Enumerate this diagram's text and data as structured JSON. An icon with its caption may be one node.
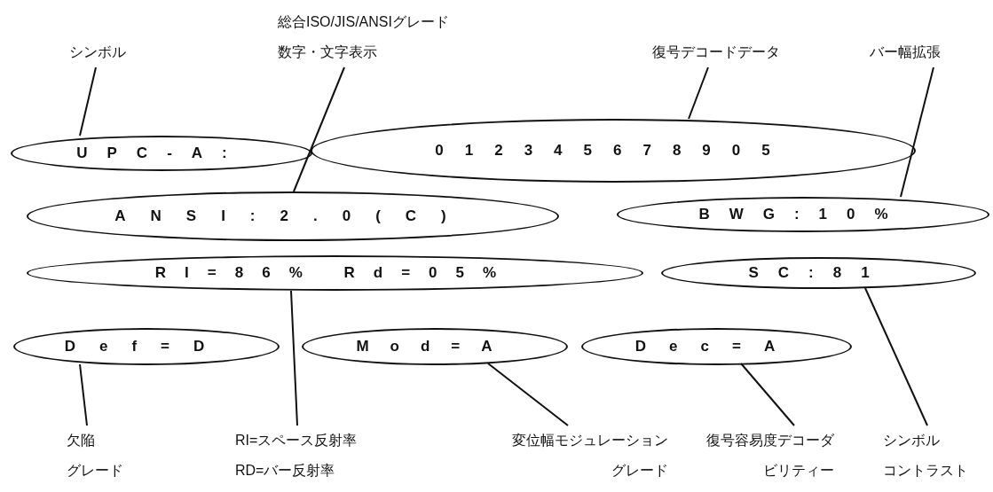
{
  "diagram": {
    "nodes": [
      {
        "text": [
          "UPC-A:"
        ]
      },
      {
        "text": [
          "012345678905"
        ]
      },
      {
        "text": [
          "ANSI:2.0(C)"
        ]
      },
      {
        "text": [
          "BWG:10%"
        ]
      },
      {
        "text": [
          "RI=86% Rd=05%"
        ]
      },
      {
        "text": [
          "SC:81"
        ]
      },
      {
        "text": [
          "Def=D"
        ]
      },
      {
        "text": [
          "Mod=A"
        ]
      },
      {
        "text": [
          "Dec=A"
        ]
      },
      {
        "text": [
          "シンボル"
        ]
      },
      {
        "text": [
          "総合ISO/JIS/ANSIグレード",
          "数字・文字表示"
        ]
      },
      {
        "text": [
          "復号デコードデータ"
        ]
      },
      {
        "text": [
          "バー幅拡張"
        ]
      },
      {
        "text": [
          "欠陥グレード"
        ]
      },
      {
        "text": [
          "RI=スペース反射率",
          "RD=バー反射率"
        ]
      },
      {
        "text": [
          "変位幅モジュレーショングレード"
        ]
      },
      {
        "text": [
          "復号容易度デコーダビリティー"
        ]
      },
      {
        "text": [
          "シンボルコントラスト"
        ]
      }
    ],
    "edges": [
      {
        "from": 9,
        "to": 0,
        "arrow": "none"
      },
      {
        "from": 10,
        "to": 2,
        "arrow": "none"
      },
      {
        "from": 11,
        "to": 1,
        "arrow": "none"
      },
      {
        "from": 12,
        "to": 3,
        "arrow": "none"
      },
      {
        "from": 13,
        "to": 6,
        "arrow": "none"
      },
      {
        "from": 14,
        "to": 4,
        "arrow": "none"
      },
      {
        "from": 15,
        "to": 7,
        "arrow": "none"
      },
      {
        "from": 16,
        "to": 8,
        "arrow": "none"
      },
      {
        "from": 17,
        "to": 5,
        "arrow": "none"
      }
    ]
  }
}
